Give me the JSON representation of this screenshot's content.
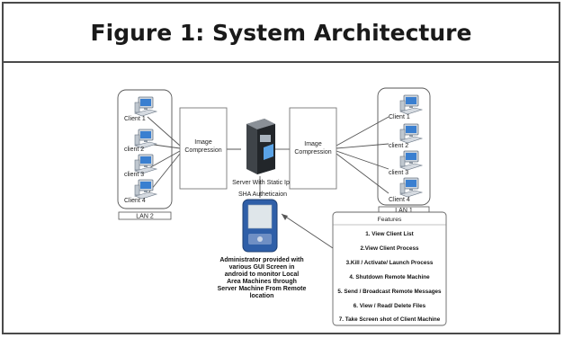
{
  "figure_title": "Figure 1: System Architecture",
  "lan2": {
    "label": "LAN 2",
    "clients": [
      "Client 1",
      "client 2",
      "client 3",
      "Client 4"
    ]
  },
  "lan1": {
    "label": "LAN 1",
    "clients": [
      "Client 1",
      "client 2",
      "client 3",
      "Client 4"
    ]
  },
  "compression_left": [
    "Image",
    "Compression"
  ],
  "compression_right": [
    "Image",
    "Compression"
  ],
  "server_label": "Server With Static Ip",
  "sha_label": "SHA  Autheticaion",
  "admin_text": [
    "Administrator provided with",
    "various GUI Screen  in",
    "android to monitor  Local",
    "Area Machines through",
    "Server Machine From Remote",
    "location"
  ],
  "features": {
    "title": "Features",
    "items": [
      "1. View Client List",
      "2.View Client Process",
      "3.Kill / Activate/  Launch Process",
      "4. Shutdown Remote Machine",
      "5. Send / Broadcast Remote Messages",
      "6. View / Read/ Delete Files",
      "7. Take Screen shot of Client Machine"
    ]
  },
  "colors": {
    "border": "#4a4a4a",
    "monitor_screen": "#3a7fd0",
    "pda_body": "#2f5fa8",
    "line": "#555555"
  }
}
